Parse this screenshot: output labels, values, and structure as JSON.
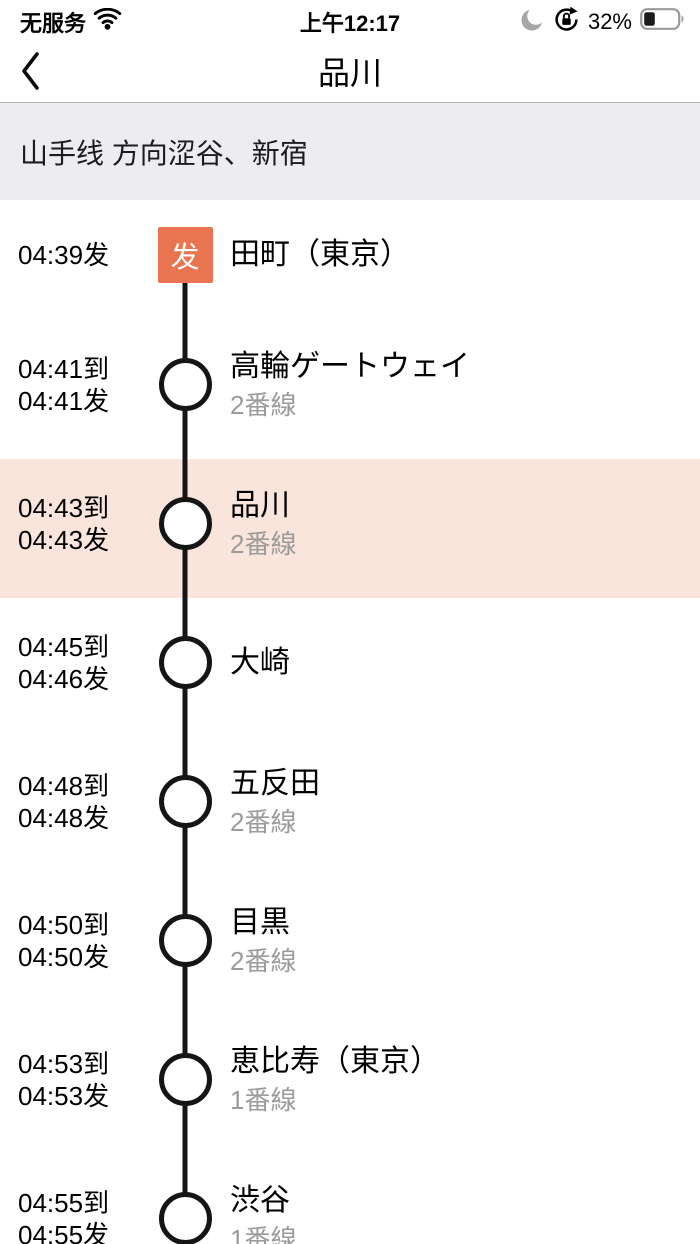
{
  "status_bar": {
    "carrier": "无服务",
    "time": "上午12:17",
    "battery_percent": "32%",
    "battery_level": 0.32,
    "icons": [
      "wifi-icon",
      "do-not-disturb-moon-icon",
      "orientation-lock-icon",
      "battery-icon"
    ]
  },
  "nav": {
    "title": "品川",
    "back_icon": "chevron-left-icon"
  },
  "line_header": {
    "text": "山手线 方向涩谷、新宿"
  },
  "timeline": {
    "depart_badge_label": "发",
    "accent_color": "#E8754F",
    "highlight_color": "#F9E5DB",
    "stations": [
      {
        "times": [
          "04:39发"
        ],
        "name": "田町（東京）",
        "platform": "",
        "node": "badge",
        "highlighted": false
      },
      {
        "times": [
          "04:41到",
          "04:41发"
        ],
        "name": "高輪ゲートウェイ",
        "platform": "2番線",
        "node": "circle",
        "highlighted": false
      },
      {
        "times": [
          "04:43到",
          "04:43发"
        ],
        "name": "品川",
        "platform": "2番線",
        "node": "circle",
        "highlighted": true
      },
      {
        "times": [
          "04:45到",
          "04:46发"
        ],
        "name": "大崎",
        "platform": "",
        "node": "circle",
        "highlighted": false
      },
      {
        "times": [
          "04:48到",
          "04:48发"
        ],
        "name": "五反田",
        "platform": "2番線",
        "node": "circle",
        "highlighted": false
      },
      {
        "times": [
          "04:50到",
          "04:50发"
        ],
        "name": "目黒",
        "platform": "2番線",
        "node": "circle",
        "highlighted": false
      },
      {
        "times": [
          "04:53到",
          "04:53发"
        ],
        "name": "恵比寿（東京）",
        "platform": "1番線",
        "node": "circle",
        "highlighted": false
      },
      {
        "times": [
          "04:55到",
          "04:55发"
        ],
        "name": "渋谷",
        "platform": "1番線",
        "node": "circle",
        "highlighted": false
      }
    ]
  }
}
